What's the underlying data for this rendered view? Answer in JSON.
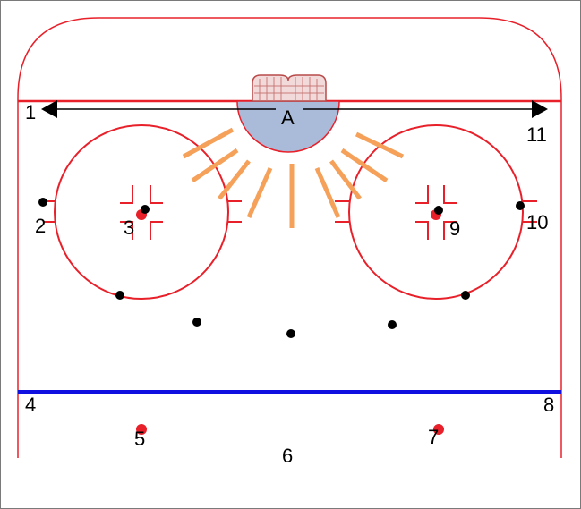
{
  "rink": {
    "goal_label": "A",
    "spot_labels": [
      "1",
      "2",
      "3",
      "4",
      "5",
      "6",
      "7",
      "8",
      "9",
      "10",
      "11"
    ]
  },
  "colors": {
    "boards": "#e8202a",
    "goal_line": "#e8202a",
    "blue_line": "#1010e0",
    "crease": "#a9bbd8",
    "shooting_lanes": "#f5a15a",
    "player_dots": "#000000",
    "faceoff_dots": "#e8202a"
  },
  "icons": {
    "goal_net": "goal-net-icon",
    "arrow": "double-headed-arrow-icon"
  }
}
